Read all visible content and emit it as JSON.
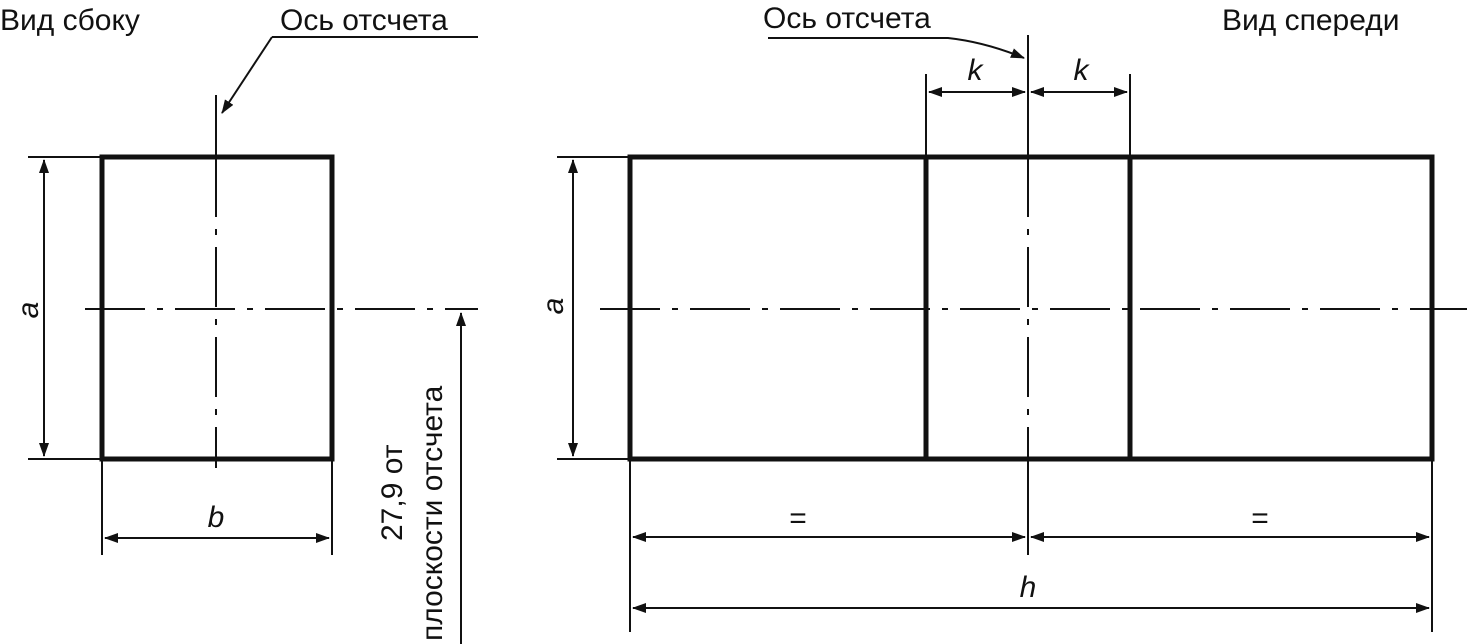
{
  "side_view": {
    "title": "Вид сбоку",
    "axis_label": "Ось отсчета",
    "dim_a": "a",
    "dim_b": "b",
    "offset_line1": "27,9 от",
    "offset_line2": "плоскости отсчета"
  },
  "front_view": {
    "title": "Вид спереди",
    "axis_label": "Ось отсчета",
    "dim_a": "a",
    "dim_k_left": "k",
    "dim_k_right": "k",
    "equal_left": "=",
    "equal_right": "=",
    "dim_h": "h"
  }
}
